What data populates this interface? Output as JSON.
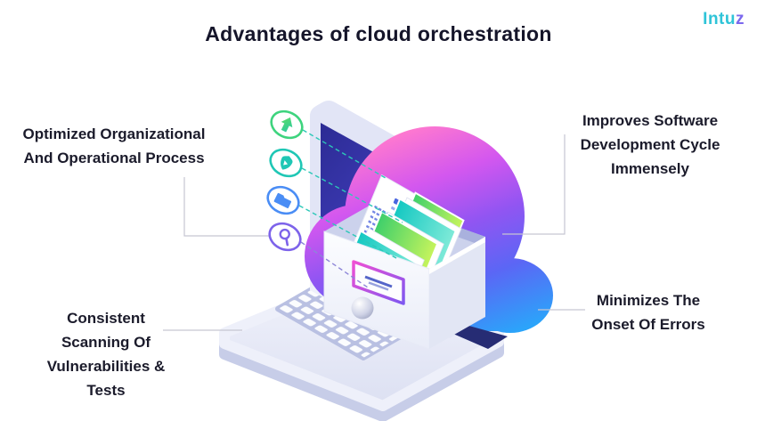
{
  "page": {
    "title": "Advantages of cloud orchestration"
  },
  "logo": {
    "text_main": "Intu",
    "text_accent": "z"
  },
  "labels": {
    "top_left": {
      "line1": "Optimized Organizational",
      "line2": "And Operational Process"
    },
    "top_right": {
      "line1": "Improves Software",
      "line2": "Development Cycle",
      "line3": "Immensely"
    },
    "bottom_left": {
      "line1": "Consistent",
      "line2": "Scanning Of",
      "line3": "Vulnerabilities &",
      "line4": "Tests"
    },
    "bottom_right": {
      "line1": "Minimizes The",
      "line2": "Onset Of Errors"
    }
  },
  "icons": {
    "arrow_up": {
      "name": "upgrade-arrow-icon",
      "color": "#3ed47e"
    },
    "shield": {
      "name": "shield-icon",
      "color": "#1fc7b5"
    },
    "folder": {
      "name": "folder-icon",
      "color": "#4a8df5"
    },
    "search": {
      "name": "search-icon",
      "color": "#7d63ea"
    }
  },
  "colors": {
    "title_text": "#15152a",
    "label_text": "#1b1b2b",
    "logo_teal": "#2fc4d8",
    "logo_purple": "#7b68ee",
    "connector_line": "#c6c6d2",
    "dashed_link_teal": "#2cc8b8",
    "dashed_link_purple": "#8d86d8",
    "cloud_pink": "#ff79cf",
    "cloud_purple": "#9155f2",
    "cloud_blue": "#2ba4fa",
    "screen_indigo": "#2c2b94"
  }
}
